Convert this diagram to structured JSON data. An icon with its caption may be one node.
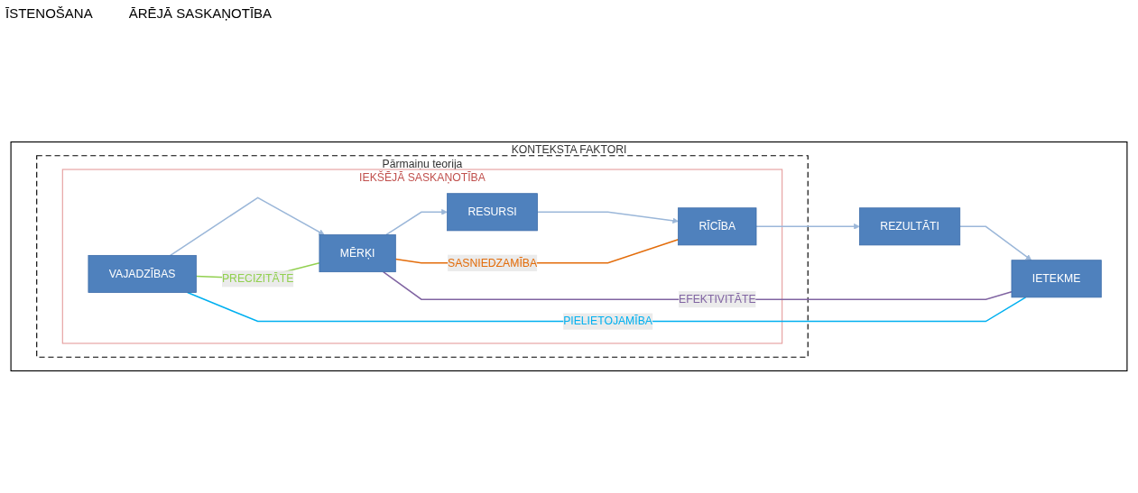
{
  "diagram": {
    "nodes": [
      {
        "text": [
          "KONTEKSTA FAKTORI"
        ]
      },
      {
        "text": [
          "Pārmaiņu teorija"
        ],
        "in": 0
      },
      {
        "text": [
          "IEKŠĒJĀ SASKAŅOTĪBA"
        ],
        "in": 1
      },
      {
        "text": [
          "VAJADZĪBAS"
        ],
        "in": 2
      },
      {
        "text": [
          "MĒRĶI"
        ],
        "in": 2
      },
      {
        "text": [
          "RESURSI"
        ],
        "in": 2
      },
      {
        "text": [
          "RĪCĪBA"
        ],
        "in": 2
      },
      {
        "text": [
          "REZULTĀTI"
        ],
        "in": 0
      },
      {
        "text": [
          "IETEKME"
        ],
        "in": 0
      }
    ],
    "edges": [
      {
        "from": 3,
        "to": 4,
        "arrow": "to"
      },
      {
        "from": 4,
        "to": 5,
        "arrow": "to"
      },
      {
        "from": 5,
        "to": 6,
        "arrow": "to"
      },
      {
        "from": 6,
        "to": 7,
        "arrow": "to"
      },
      {
        "from": 7,
        "to": 8,
        "arrow": "to"
      },
      {
        "from": 3,
        "to": 4,
        "arrow": "none",
        "label": "PRECIZITĀTE",
        "color": "#92d050"
      },
      {
        "from": 4,
        "to": 6,
        "arrow": "none",
        "label": "SASNIEDZAMĪBA",
        "color": "#e36c0a"
      },
      {
        "from": 4,
        "to": 8,
        "arrow": "none",
        "label": "EFEKTIVITĀTE",
        "color": "#8064a2"
      },
      {
        "from": 3,
        "to": 8,
        "arrow": "none",
        "label": "PIELIETOJAMĪBA",
        "color": "#00b0f0"
      }
    ],
    "labels": [
      "ĪSTENOŠANA",
      "ĀRĒJĀ SASKAŅOTĪBA"
    ]
  }
}
